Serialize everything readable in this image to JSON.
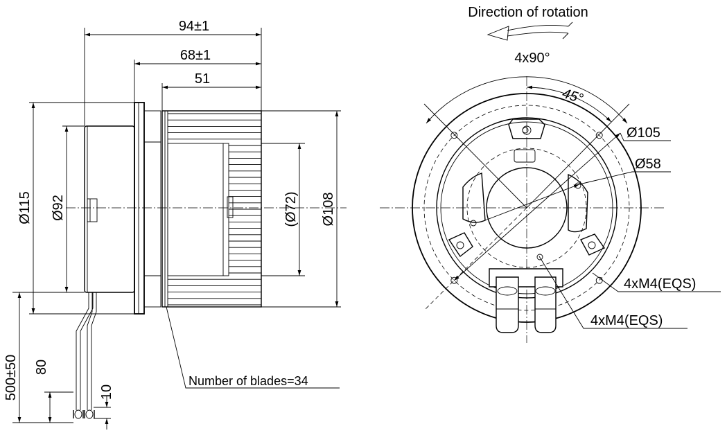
{
  "side_view": {
    "overall_length": "94±1",
    "flange_to_end": "68±1",
    "impeller_width": "51",
    "diameter_flange": "Ø115",
    "diameter_motor": "Ø92",
    "diameter_inner": "(Ø72)",
    "diameter_impeller": "Ø108",
    "cable_length": "500±50",
    "cable_strip": "80",
    "cable_end": "10",
    "blades_note": "Number of blades=34"
  },
  "front_view": {
    "rotation_label": "Direction of rotation",
    "hole_pattern": "4x90°",
    "angle_offset": "45°",
    "bolt_circle": "Ø105",
    "inner_circle": "Ø58",
    "thread_outer": "4xM4(EQS)",
    "thread_inner": "4xM4(EQS)"
  }
}
